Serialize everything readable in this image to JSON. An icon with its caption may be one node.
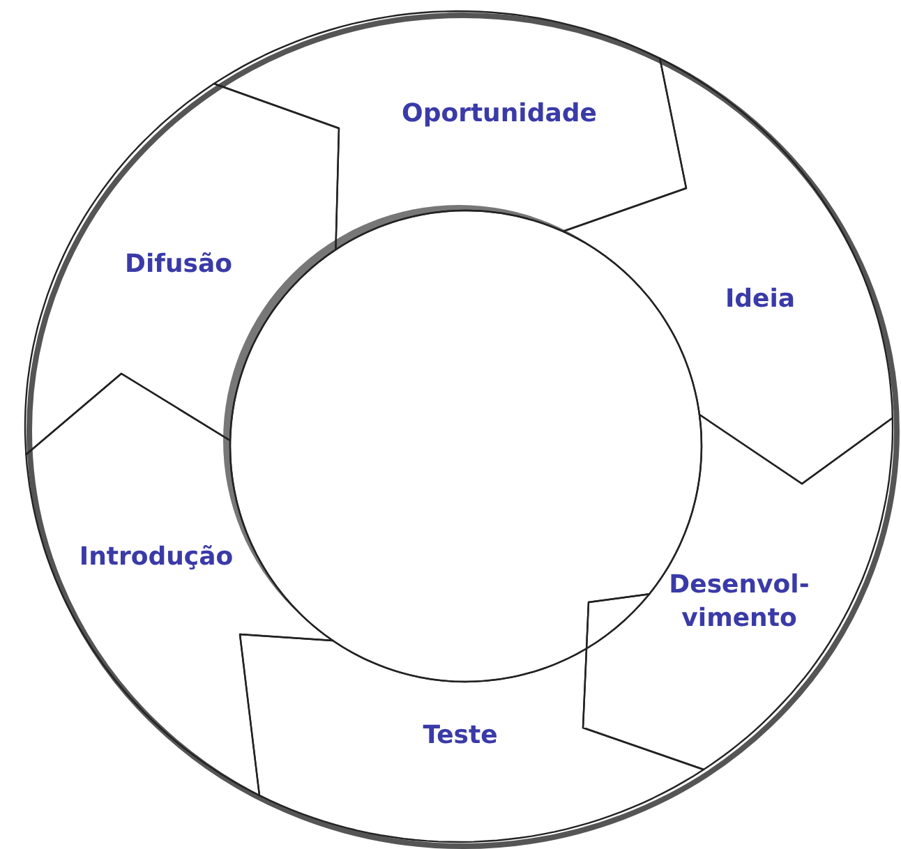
{
  "diagram": {
    "nodes": [
      {
        "text": [
          "Oportunidade"
        ]
      },
      {
        "text": [
          "Ideia"
        ]
      },
      {
        "text": [
          "Desenvol- vimento"
        ]
      },
      {
        "text": [
          "Teste"
        ]
      },
      {
        "text": [
          "Introdução"
        ]
      },
      {
        "text": [
          "Difusão"
        ]
      }
    ]
  }
}
